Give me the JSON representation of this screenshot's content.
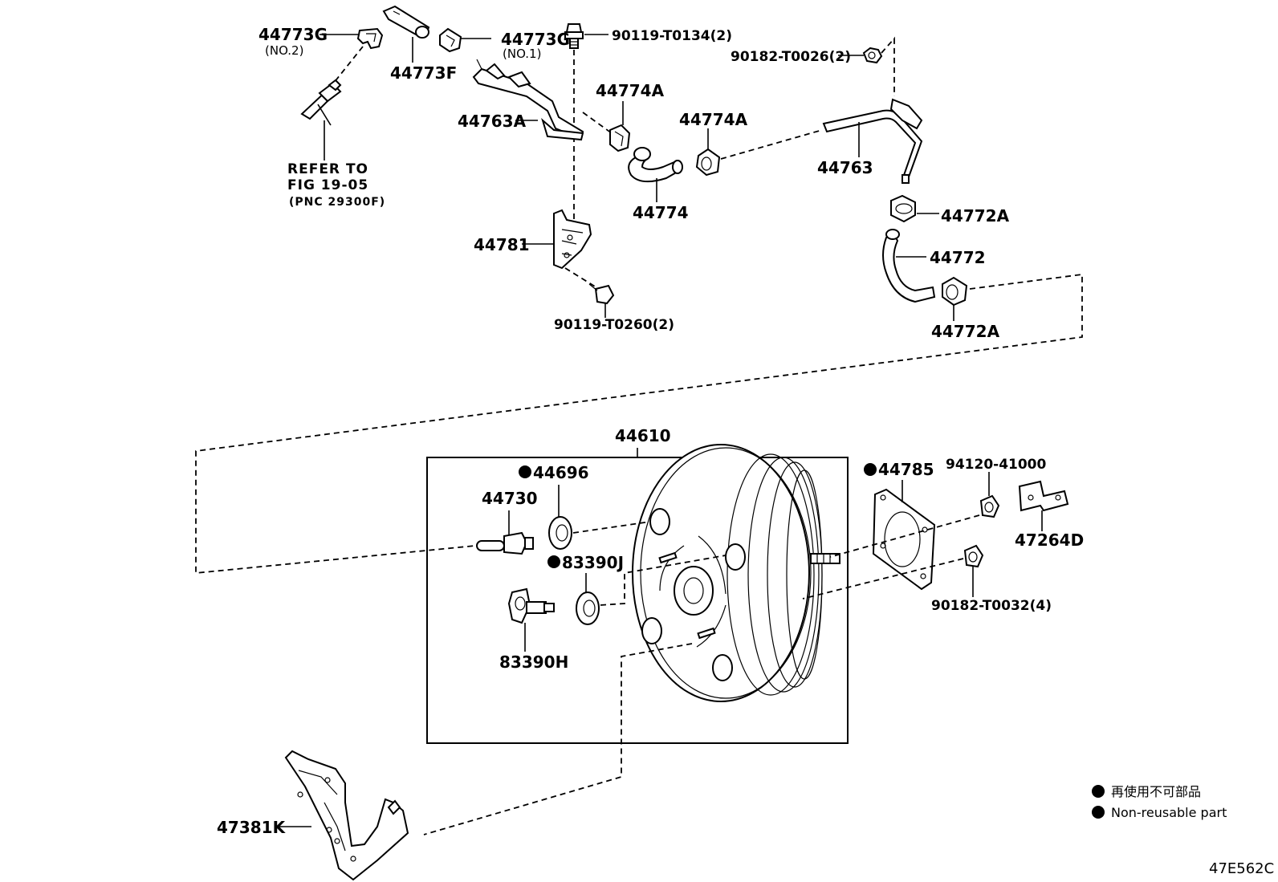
{
  "labels": {
    "p44773G_no2": "44773G",
    "p44773G_no2_sub": "(NO.2)",
    "p44773F": "44773F",
    "p44773G_no1": "44773G",
    "p44773G_no1_sub": "(NO.1)",
    "p90119_T0134": "90119-T0134(2)",
    "p90182_T0026": "90182-T0026(2)",
    "refer_line1": "REFER TO",
    "refer_line2": "FIG 19-05",
    "refer_line3": "(PNC 29300F)",
    "p44763A": "44763A",
    "p44774A_1": "44774A",
    "p44774A_2": "44774A",
    "p44763": "44763",
    "p44774": "44774",
    "p44772A_top": "44772A",
    "p44781": "44781",
    "p44772": "44772",
    "p90119_T0260": "90119-T0260(2)",
    "p44772A_bottom": "44772A",
    "p44610": "44610",
    "p44696": "44696",
    "p44785": "44785",
    "p94120_41000": "94120-41000",
    "p44730": "44730",
    "p47264D": "47264D",
    "p83390J": "83390J",
    "p90182_T0032": "90182-T0032(4)",
    "p83390H": "83390H",
    "p47381K": "47381K"
  },
  "legend": {
    "jp": "再使用不可部品",
    "en": "Non-reusable part"
  },
  "figure_code": "47E562C"
}
